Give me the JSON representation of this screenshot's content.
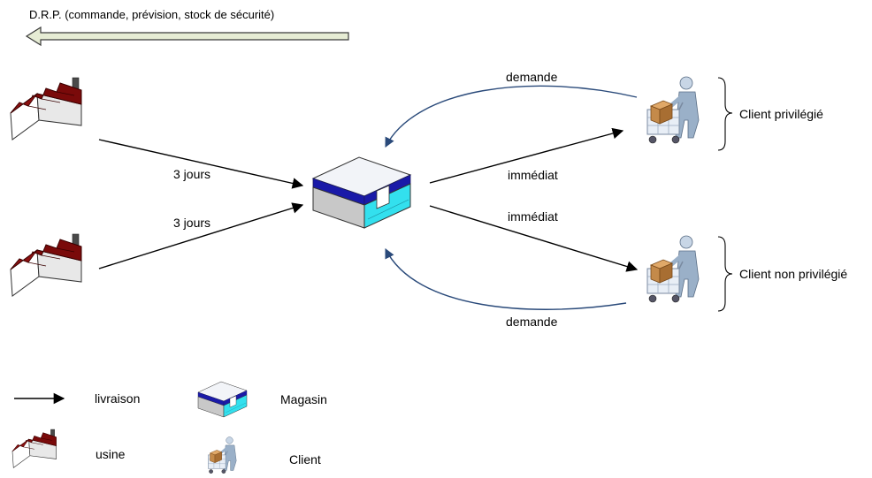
{
  "header": {
    "drp_label": "D.R.P. (commande, prévision, stock de sécurité)"
  },
  "flows": {
    "delivery_1": "3 jours",
    "delivery_2": "3 jours",
    "immediate_1": "immédiat",
    "immediate_2": "immédiat",
    "demand_1": "demande",
    "demand_2": "demande"
  },
  "clients": {
    "privileged": "Client privilégié",
    "non_privileged": "Client non privilégié"
  },
  "legend": {
    "delivery": "livraison",
    "store": "Magasin",
    "factory": "usine",
    "client": "Client"
  },
  "colors": {
    "factory_roof": "#8b0000",
    "store_blue": "#1a1aa8",
    "store_cyan": "#33e0ee",
    "demand_arrow": "#2a4a7a",
    "drp_arrow_fill": "#e6ecd4",
    "client_figure": "#9ab0c8",
    "box_brown": "#c48a4a"
  }
}
